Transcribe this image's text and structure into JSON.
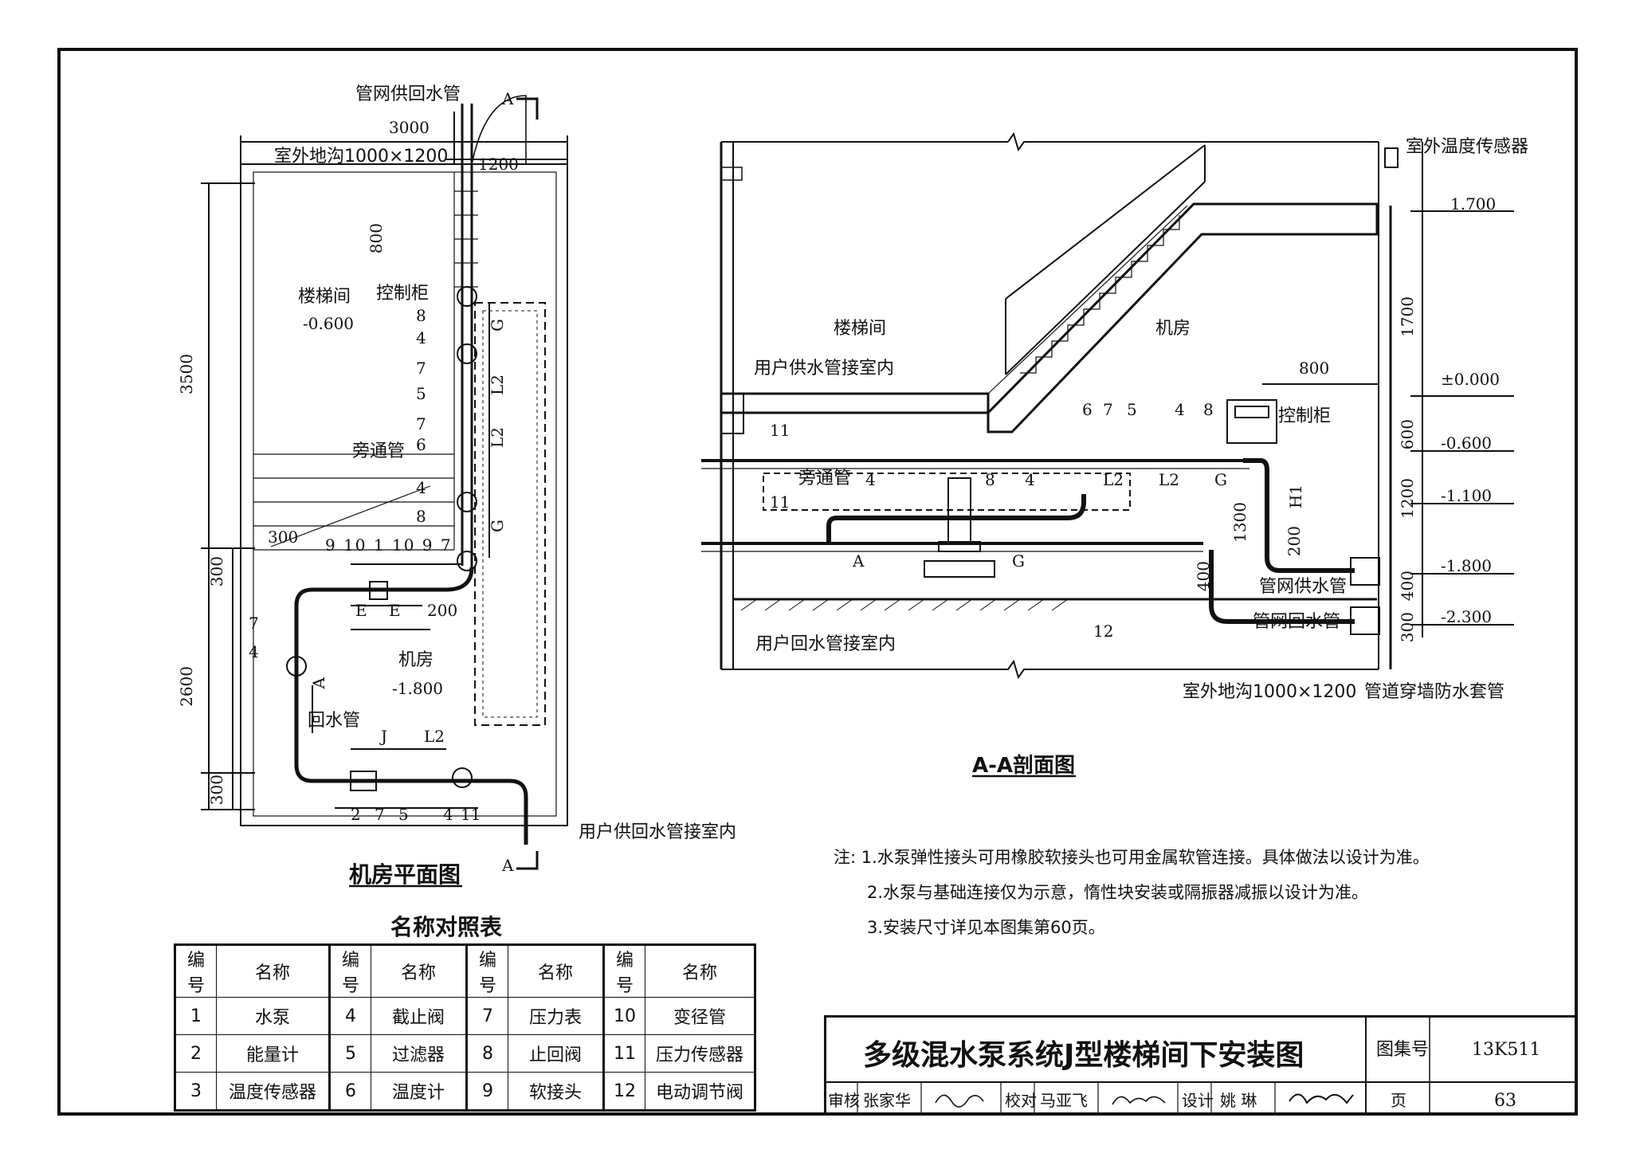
{
  "plan": {
    "title": "机房平面图",
    "labels": {
      "supply_return_main": "管网供回水管",
      "outdoor_trench": "室外地沟1000×1200",
      "stairwell": "楼梯间",
      "stairwell_level": "-0.600",
      "control_cabinet": "控制柜",
      "bypass": "旁通管",
      "machine_room": "机房",
      "machine_room_level": "-1.800",
      "return_pipe": "回水管",
      "user_connection": "用户供回水管接室内",
      "section_mark": "A"
    },
    "dimensions": {
      "total_width": "3000",
      "right_width": "1200",
      "d800": "800",
      "d3500": "3500",
      "d2600": "2600",
      "d300a": "300",
      "d300b": "300",
      "d300c": "300",
      "d200": "200",
      "letter_G1": "G",
      "letter_L2a": "L2",
      "letter_L2b": "L2",
      "letter_G2": "G",
      "letter_E1": "E",
      "letter_E2": "E",
      "letter_A": "A",
      "letter_J": "J",
      "letter_L2c": "L2"
    },
    "callouts": {
      "top_row": "9 10 1 10 9 7",
      "bottom_row": [
        "2",
        "7",
        "5",
        "4",
        "11"
      ],
      "left_7": "7",
      "left_4": "4",
      "c8a": "8",
      "c4a": "4",
      "c7a": "7",
      "c5a": "5",
      "c7b": "7",
      "c6": "6",
      "c4b": "4",
      "c8b": "8"
    }
  },
  "section": {
    "title": "A-A剖面图",
    "labels": {
      "stairwell": "楼梯间",
      "machine_room": "机房",
      "user_supply": "用户供水管接室内",
      "bypass": "旁通管",
      "control_cabinet": "控制柜",
      "main_supply": "管网供水管",
      "main_return": "管网回水管",
      "user_return": "用户回水管接室内",
      "outdoor_trench": "室外地沟1000×1200",
      "wall_sleeve": "管道穿墙防水套管",
      "outdoor_temp_sensor": "室外温度传感器"
    },
    "levels": [
      "1.700",
      "±0.000",
      "-0.600",
      "-1.100",
      "-1.800",
      "-2.300"
    ],
    "dimensions": {
      "d1700": "1700",
      "d600": "600",
      "d1200": "1200",
      "d400": "400",
      "d300": "300",
      "d800": "800",
      "d1300": "1300",
      "d200": "200",
      "d400b": "400",
      "H1": "H1",
      "L2a": "L2",
      "L2b": "L2",
      "G1": "G",
      "G2": "G",
      "A": "A"
    },
    "callouts": {
      "c6": "6",
      "c7": "7",
      "c5": "5",
      "c4a": "4",
      "c8a": "8",
      "c11a": "11",
      "c11b": "11",
      "c4b": "4",
      "c8b": "8",
      "c4c": "4",
      "c12": "12"
    }
  },
  "notes": [
    "注: 1.水泵弹性接头可用橡胶软接头也可用金属软管连接。具体做法以设计为准。",
    "2.水泵与基础连接仅为示意，惰性块安装或隔振器减振以设计为准。",
    "3.安装尺寸详见本图集第60页。"
  ],
  "legend": {
    "title": "名称对照表",
    "headers": [
      "编号",
      "名称",
      "编号",
      "名称",
      "编号",
      "名称",
      "编号",
      "名称"
    ],
    "rows": [
      [
        "1",
        "水泵",
        "4",
        "截止阀",
        "7",
        "压力表",
        "10",
        "变径管"
      ],
      [
        "2",
        "能量计",
        "5",
        "过滤器",
        "8",
        "止回阀",
        "11",
        "压力传感器"
      ],
      [
        "3",
        "温度传感器",
        "6",
        "温度计",
        "9",
        "软接头",
        "12",
        "电动调节阀"
      ]
    ]
  },
  "title_block": {
    "drawing_title": "多级混水泵系统J型楼梯间下安装图",
    "atlas_label": "图集号",
    "atlas_no": "13K511",
    "review_label": "审核",
    "reviewer": "张家华",
    "check_label": "校对",
    "checker": "马亚飞",
    "design_label": "设计",
    "designer": "姚 琳",
    "page_label": "页",
    "page_no": "63"
  }
}
